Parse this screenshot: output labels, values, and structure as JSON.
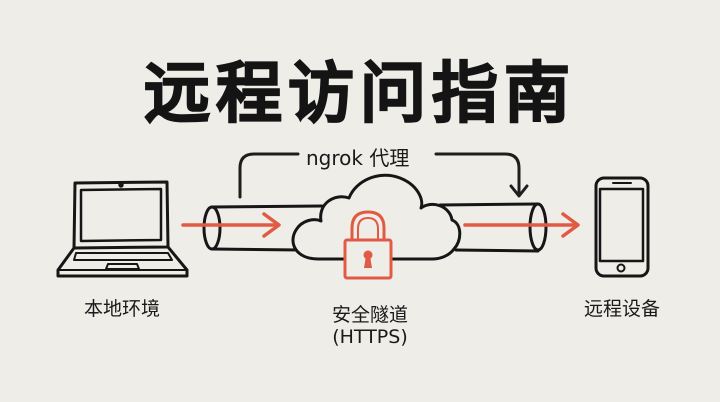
{
  "title": "远程访问指南",
  "proxy": {
    "label": "ngrok 代理",
    "icon": "bracket-arrow-icon"
  },
  "nodes": {
    "local": {
      "label": "本地环境",
      "icon": "laptop-icon"
    },
    "tunnel": {
      "label": "安全隧道",
      "sublabel": "(HTTPS)",
      "icon": "cloud-lock-icon"
    },
    "remote": {
      "label": "远程设备",
      "icon": "smartphone-icon"
    }
  },
  "colors": {
    "background": "#efede8",
    "ink": "#141414",
    "accent": "#e05a44"
  }
}
